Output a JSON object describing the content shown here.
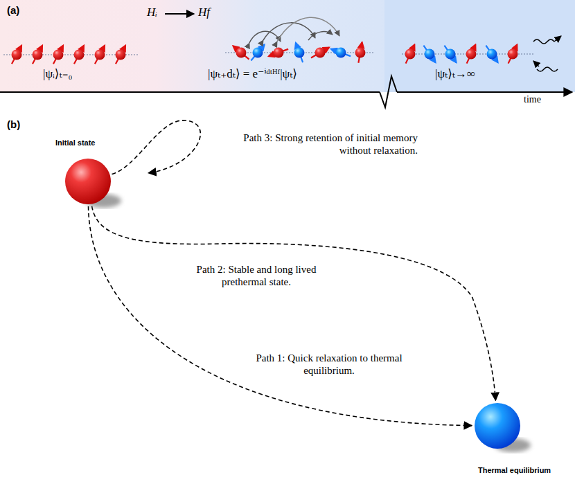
{
  "diagram": {
    "nodes": [
      {
        "text": [
          "Initial state"
        ]
      },
      {
        "text": [
          "Thermal equilibrium"
        ]
      }
    ],
    "edges": [
      {
        "from": 0,
        "to": 1,
        "arrow": "to",
        "label": "Path 1: Quick relaxation to thermal equilibrium."
      },
      {
        "from": 0,
        "to": 1,
        "arrow": "to",
        "label": "Path 2: Stable and long lived prethermal state."
      },
      {
        "from": 0,
        "to": 0,
        "arrow": "to",
        "label": "Path 3: Strong retention of initial memory without relaxation."
      }
    ],
    "labels": [
      "(a)",
      "Hᵢ",
      "Hf",
      "|ψᵢ⟩ₜ₌₀",
      "|ψₜ₊dₜ⟩ = e⁻ⁱᵈᵗᴴᶠ|ψₜ⟩",
      "|ψₜ⟩ₜ→∞",
      "time",
      "(b)"
    ]
  }
}
